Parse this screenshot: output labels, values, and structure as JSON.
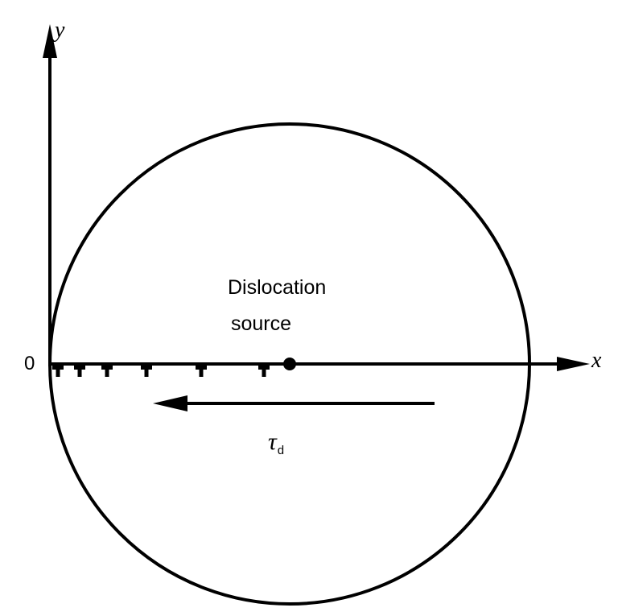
{
  "axes": {
    "y_label": "y",
    "x_label": "x",
    "origin_label": "0"
  },
  "source": {
    "label_line1": "Dislocation",
    "label_line2": "source"
  },
  "stress": {
    "symbol": "τ",
    "subscript": "d"
  },
  "dislocations": {
    "count": 6
  },
  "colors": {
    "stroke": "#000000",
    "background": "#ffffff"
  }
}
